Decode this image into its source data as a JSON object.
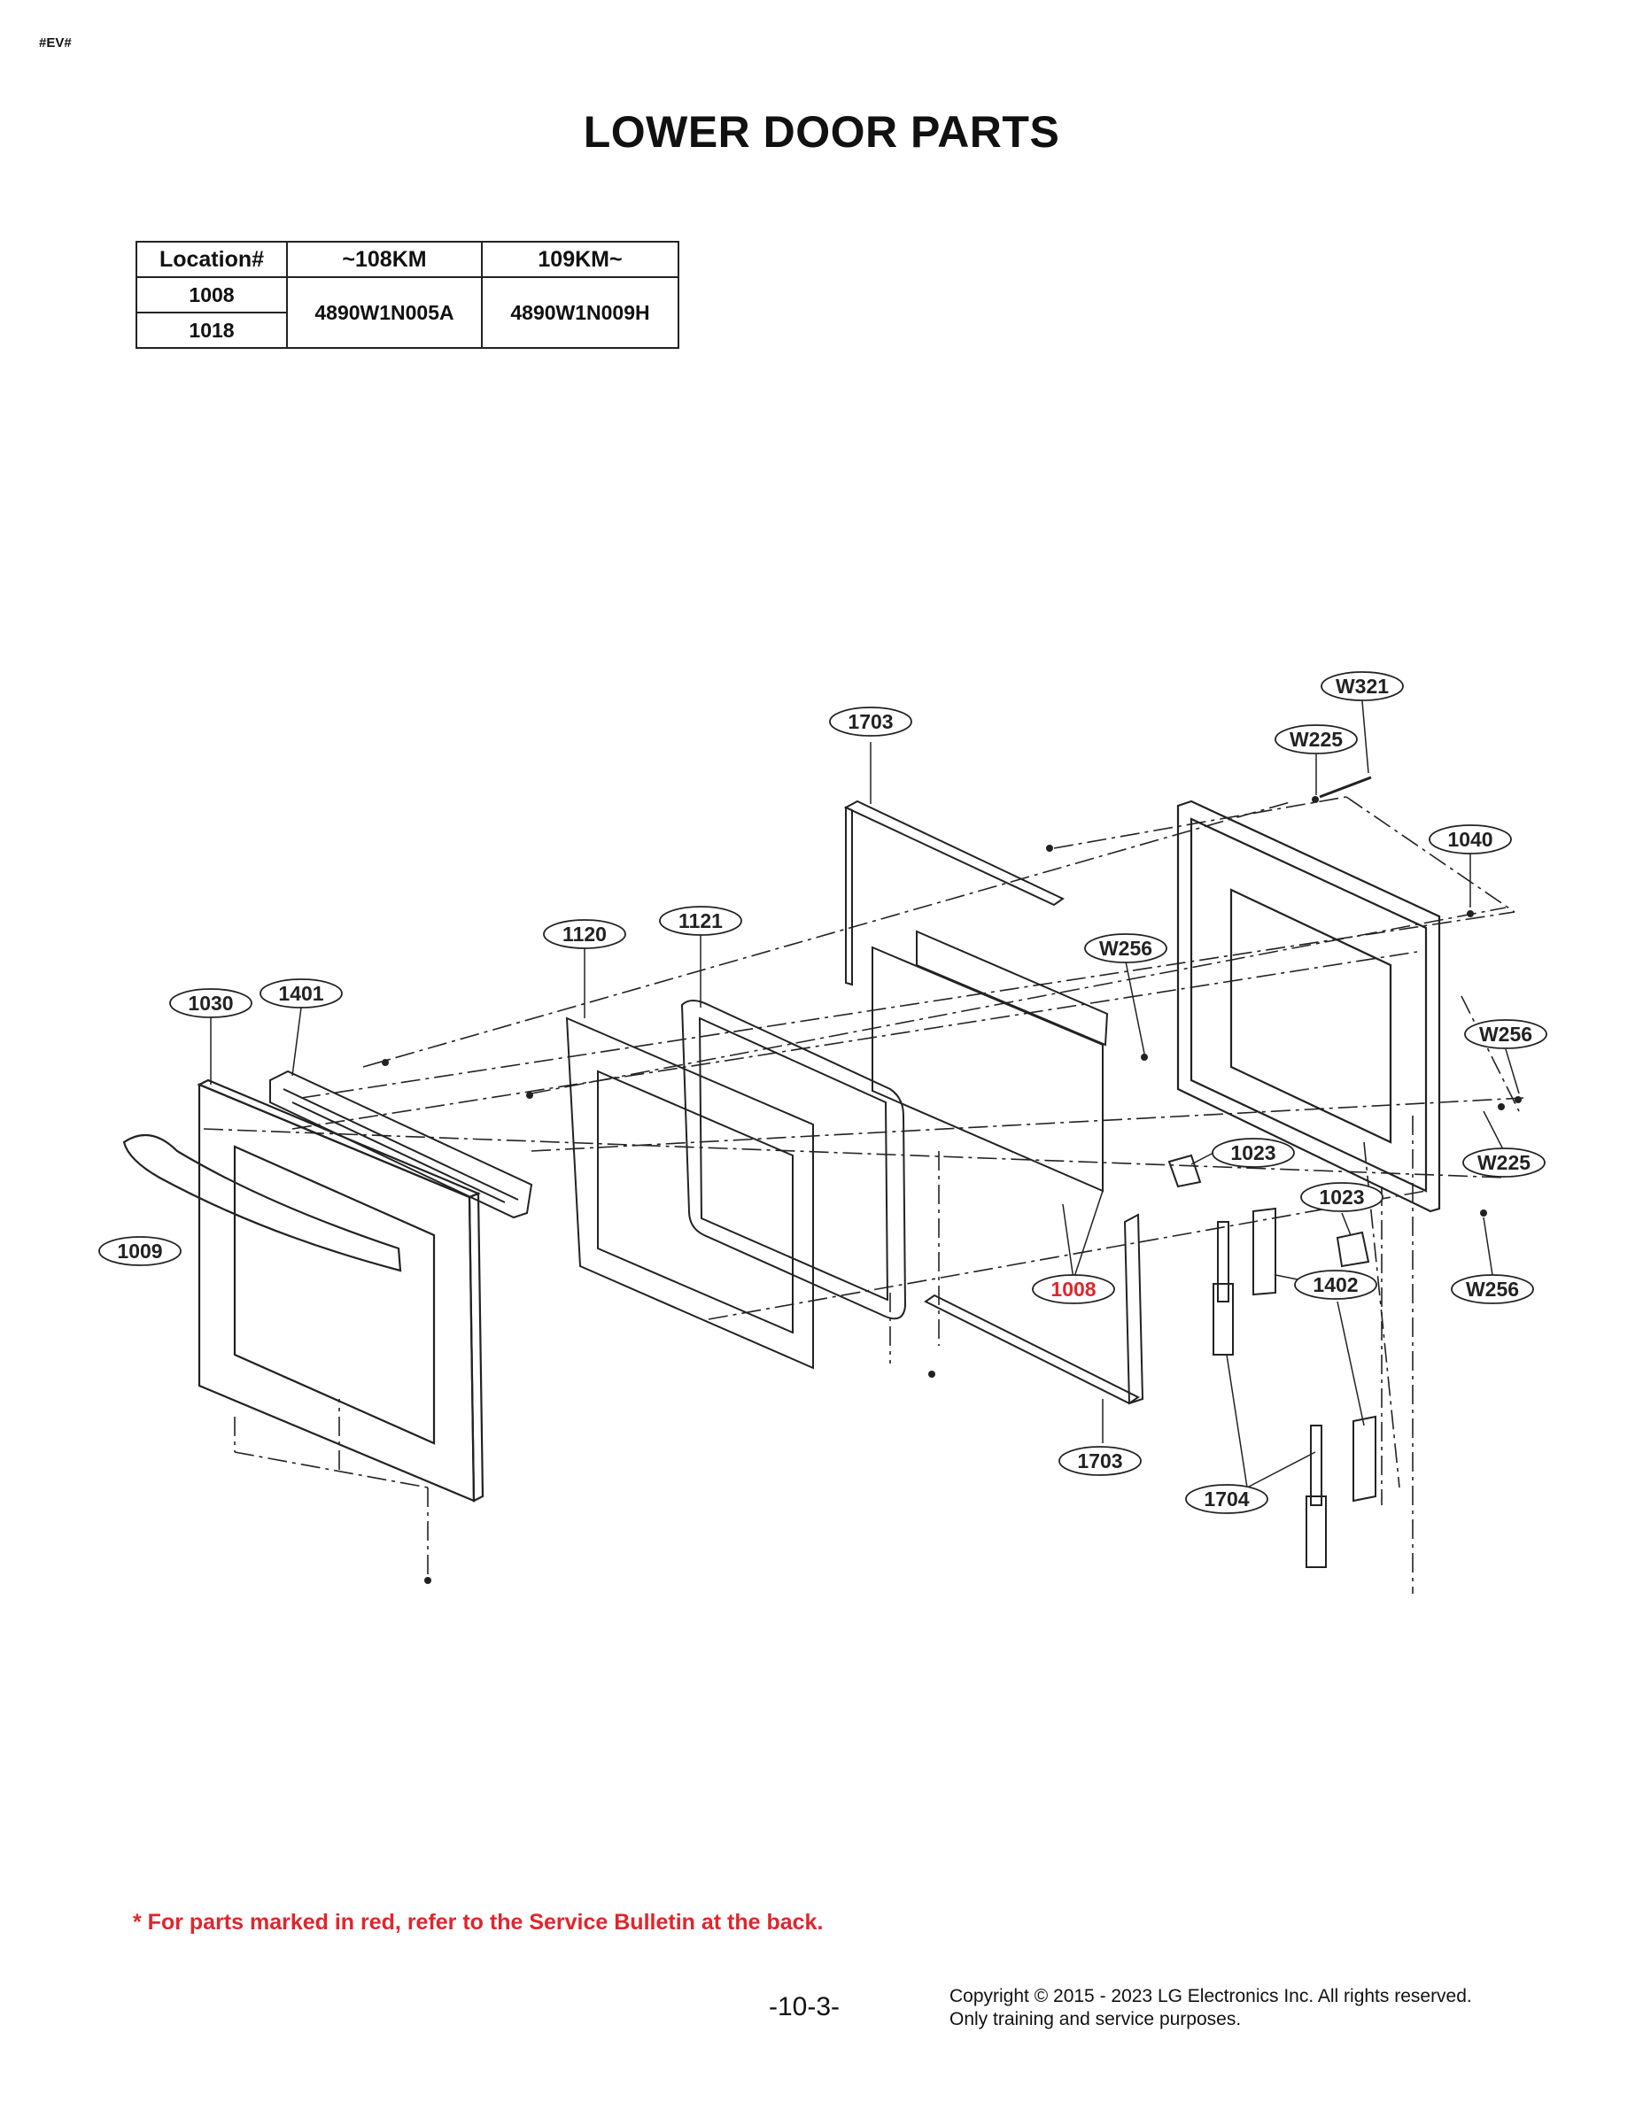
{
  "page": {
    "code": "#EV#",
    "title": "LOWER DOOR PARTS",
    "note": "* For parts marked in red, refer to the Service Bulletin at the back.",
    "page_number": "-10-3-",
    "copyright_line1": "Copyright © 2015 - 2023 LG Electronics Inc. All rights reserved.",
    "copyright_line2": "Only training and service purposes."
  },
  "table": {
    "headers": [
      "Location#",
      "~108KM",
      "109KM~"
    ],
    "rows": [
      {
        "location": "1008",
        "col_108": "4890W1N005A",
        "col_109": "4890W1N009H"
      },
      {
        "location": "1018"
      }
    ]
  },
  "highlight_color": "#e0262b",
  "callouts": [
    "1703",
    "W321",
    "W225",
    "1040",
    "1121",
    "1120",
    "W256",
    "1030",
    "1401",
    "W256",
    "1023",
    "W225",
    "1023",
    "1009",
    "1008",
    "1402",
    "W256",
    "1703",
    "1704"
  ]
}
